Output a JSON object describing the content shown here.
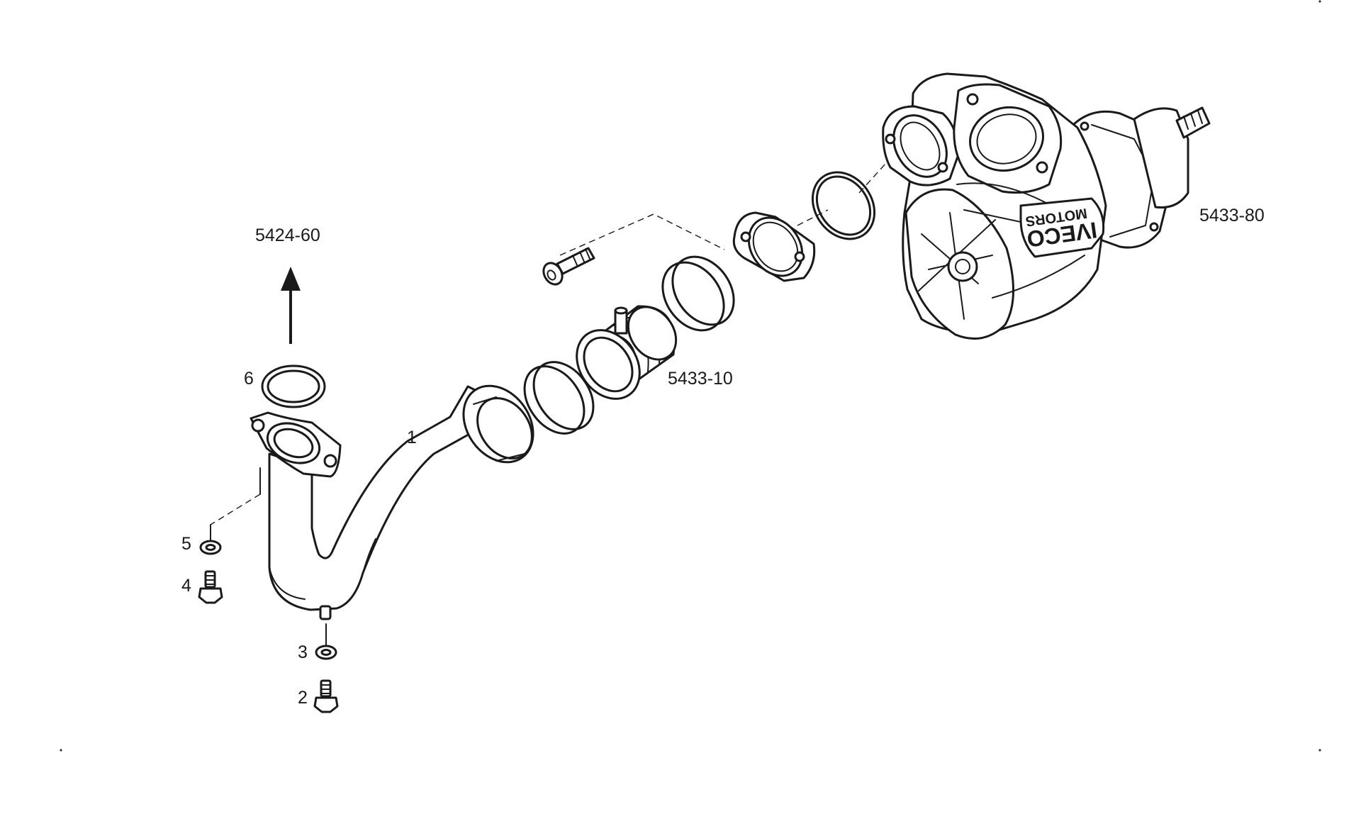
{
  "diagram": {
    "callouts": {
      "part_1": "1",
      "part_2": "2",
      "part_3": "3",
      "part_4": "4",
      "part_5": "5",
      "part_6": "6",
      "ref_5424_60": "5424-60",
      "ref_5433_10": "5433-10",
      "ref_5433_80": "5433-80"
    },
    "logo": {
      "line1": "IVECO",
      "line2": "MOTORS"
    }
  },
  "colors": {
    "line": "#1a1a1a",
    "background": "#ffffff"
  }
}
